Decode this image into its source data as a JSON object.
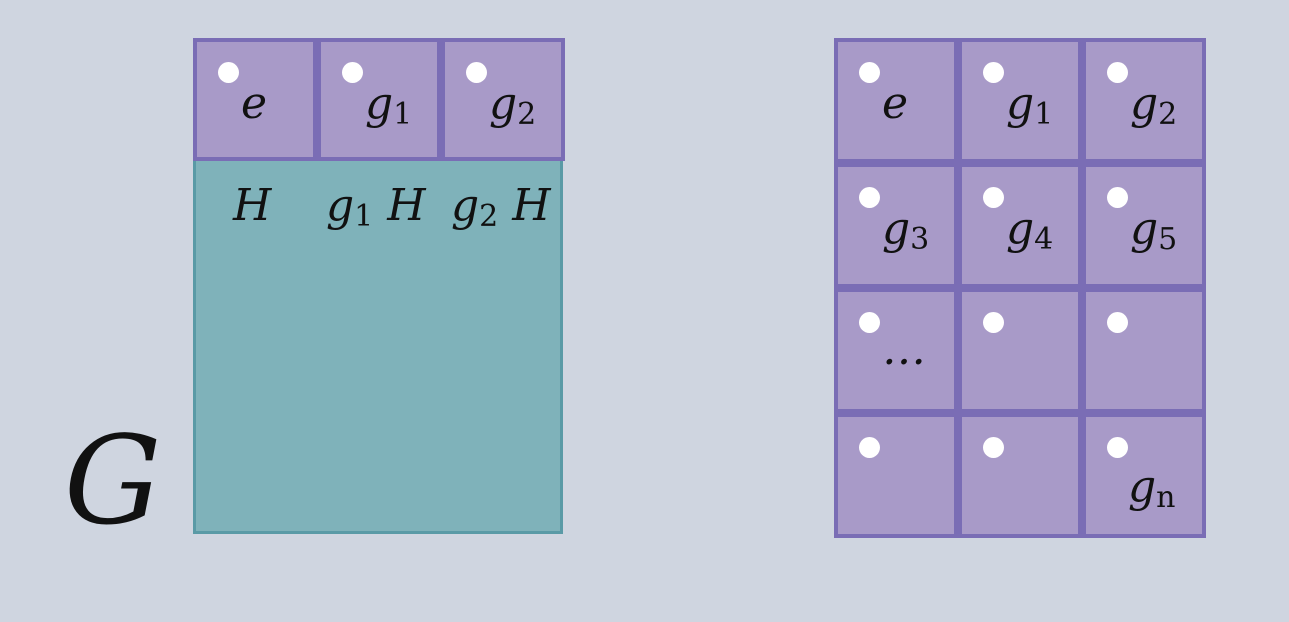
{
  "group_label": "G",
  "subgroup_row": [
    {
      "base": "e",
      "sub": ""
    },
    {
      "base": "g",
      "sub": "1"
    },
    {
      "base": "g",
      "sub": "2"
    }
  ],
  "cosets": [
    {
      "prefix": "",
      "sub": "",
      "label": "H"
    },
    {
      "prefix": "g",
      "sub": "1",
      "label": "H"
    },
    {
      "prefix": "g",
      "sub": "2",
      "label": "H"
    }
  ],
  "element_grid": [
    {
      "base": "e",
      "sub": ""
    },
    {
      "base": "g",
      "sub": "1"
    },
    {
      "base": "g",
      "sub": "2"
    },
    {
      "base": "g",
      "sub": "3"
    },
    {
      "base": "g",
      "sub": "4"
    },
    {
      "base": "g",
      "sub": "5"
    },
    {
      "base": "…",
      "sub": ""
    },
    {
      "base": "",
      "sub": ""
    },
    {
      "base": "",
      "sub": ""
    },
    {
      "base": "",
      "sub": ""
    },
    {
      "base": "",
      "sub": ""
    },
    {
      "base": "g",
      "sub": "n"
    }
  ],
  "colors": {
    "background": "#cfd5e0",
    "cell_fill": "#a89ac8",
    "cell_border": "#7a6db5",
    "group_fill": "#7fb2ba",
    "dot": "#ffffff"
  }
}
